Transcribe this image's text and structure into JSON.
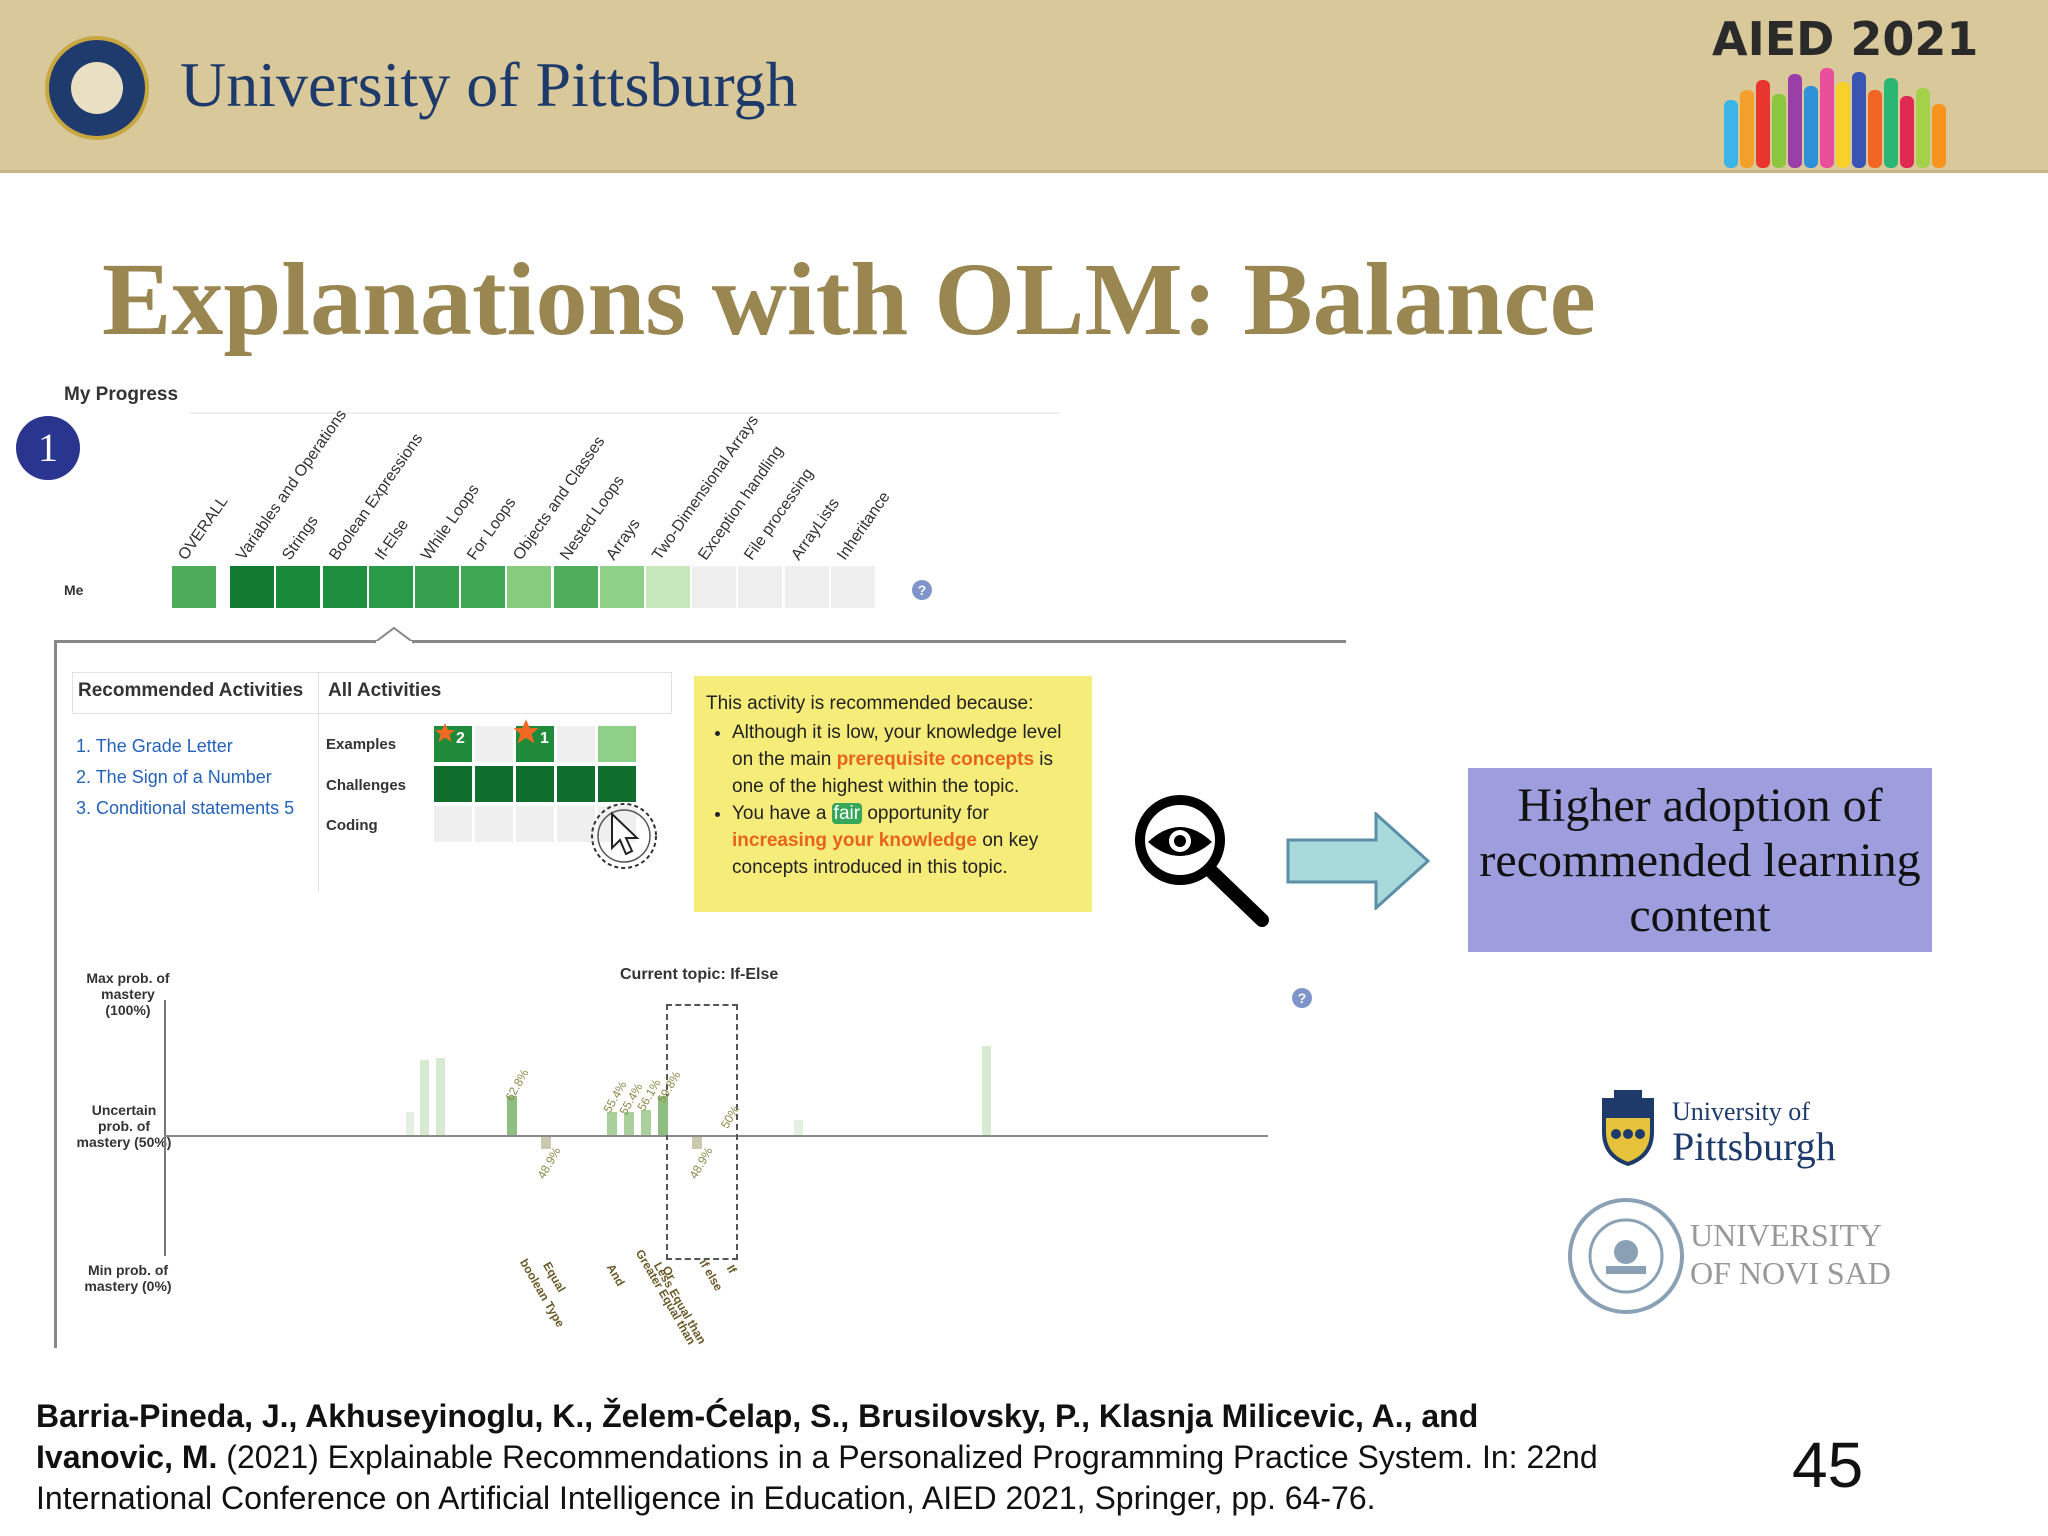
{
  "header": {
    "university": "University of Pittsburgh",
    "conference": "AIED 2021"
  },
  "slide": {
    "title": "Explanations with OLM: Balance",
    "step_badge": "1",
    "page_number": "45"
  },
  "progress": {
    "label": "My Progress",
    "row_label": "Me",
    "help": "?",
    "topics": [
      "OVERALL",
      "Variables and Operations",
      "Strings",
      "Boolean Expressions",
      "If-Else",
      "While Loops",
      "For Loops",
      "Objects and Classes",
      "Nested Loops",
      "Arrays",
      "Two-Dimensional Arrays",
      "Exception handling",
      "File processing",
      "ArrayLists",
      "Inheritance"
    ],
    "topic_colors": [
      "#4dac5c",
      "#137a32",
      "#198a3a",
      "#1d8e3d",
      "#2b9a48",
      "#35a04d",
      "#3fa653",
      "#86cc7e",
      "#4fae5b",
      "#8fd089",
      "#c6e9bb",
      "#efefef",
      "#efefef",
      "#efefef",
      "#efefef"
    ]
  },
  "activities": {
    "tab_recommended": "Recommended Activities",
    "tab_all": "All Activities",
    "recommended": [
      "1. The Grade Letter",
      "2. The Sign of a Number",
      "3. Conditional statements 5"
    ],
    "rows": [
      "Examples",
      "Challenges",
      "Coding"
    ],
    "examples_badges": [
      "2",
      "1"
    ],
    "grid_colors": [
      [
        "#1e8a3a",
        "#efefef",
        "#1e8a3a",
        "#efefef",
        "#8fd089"
      ],
      [
        "#0f6e2c",
        "#0f6e2c",
        "#0f6e2c",
        "#0f6e2c",
        "#0f6e2c"
      ],
      [
        "#efefef",
        "#efefef",
        "#efefef",
        "#efefef",
        "#efefef"
      ]
    ]
  },
  "explanation": {
    "intro": "This activity is recommended because:",
    "b1_part1": "Although it is low, your knowledge level on the main ",
    "b1_highlight": "prerequisite concepts",
    "b1_part2": " is one of the highest within the topic.",
    "b2_part1": "You have a ",
    "b2_fair": "fair",
    "b2_part2": " opportunity for ",
    "b2_highlight": "increasing your knowledge",
    "b2_part3": " on key concepts introduced in this topic."
  },
  "callout": {
    "text": "Higher adoption of recommended learning content",
    "icon": "magnifier-eye-icon",
    "arrow": "right-arrow-icon"
  },
  "concept_chart": {
    "title": "Current topic: If-Else",
    "y_top": "Max prob. of mastery (100%)",
    "y_mid": "Uncertain prob. of mastery (50%)",
    "y_bottom": "Min prob. of mastery (0%)",
    "value_labels": [
      "62.8%",
      "55.4%",
      "55.4%",
      "56.1%",
      "59.8%",
      "50%",
      "48.9%",
      "48.9%"
    ],
    "concept_labels": [
      "Equal",
      "boolean Type",
      "And",
      "Greater Equal than",
      "Less Equal than",
      "Or",
      "if else",
      "If"
    ]
  },
  "logos": {
    "pitt_line1": "University of",
    "pitt_line2": "Pittsburgh",
    "novi_line1": "UNIVERSITY",
    "novi_line2": "OF NOVI SAD"
  },
  "citation": {
    "authors_line1": "Barria-Pineda, J., Akhuseyinoglu, K., Želem-Ćelap, S., Brusilovsky, P., Klasnja Milicevic, A., and",
    "authors_line2": "Ivanovic, M.",
    "rest_line2": " (2021) Explainable Recommendations in a Personalized Programming Practice System. In: 22nd",
    "line3": "International Conference on Artificial Intelligence in Education, AIED 2021, Springer, pp. 64-76."
  }
}
